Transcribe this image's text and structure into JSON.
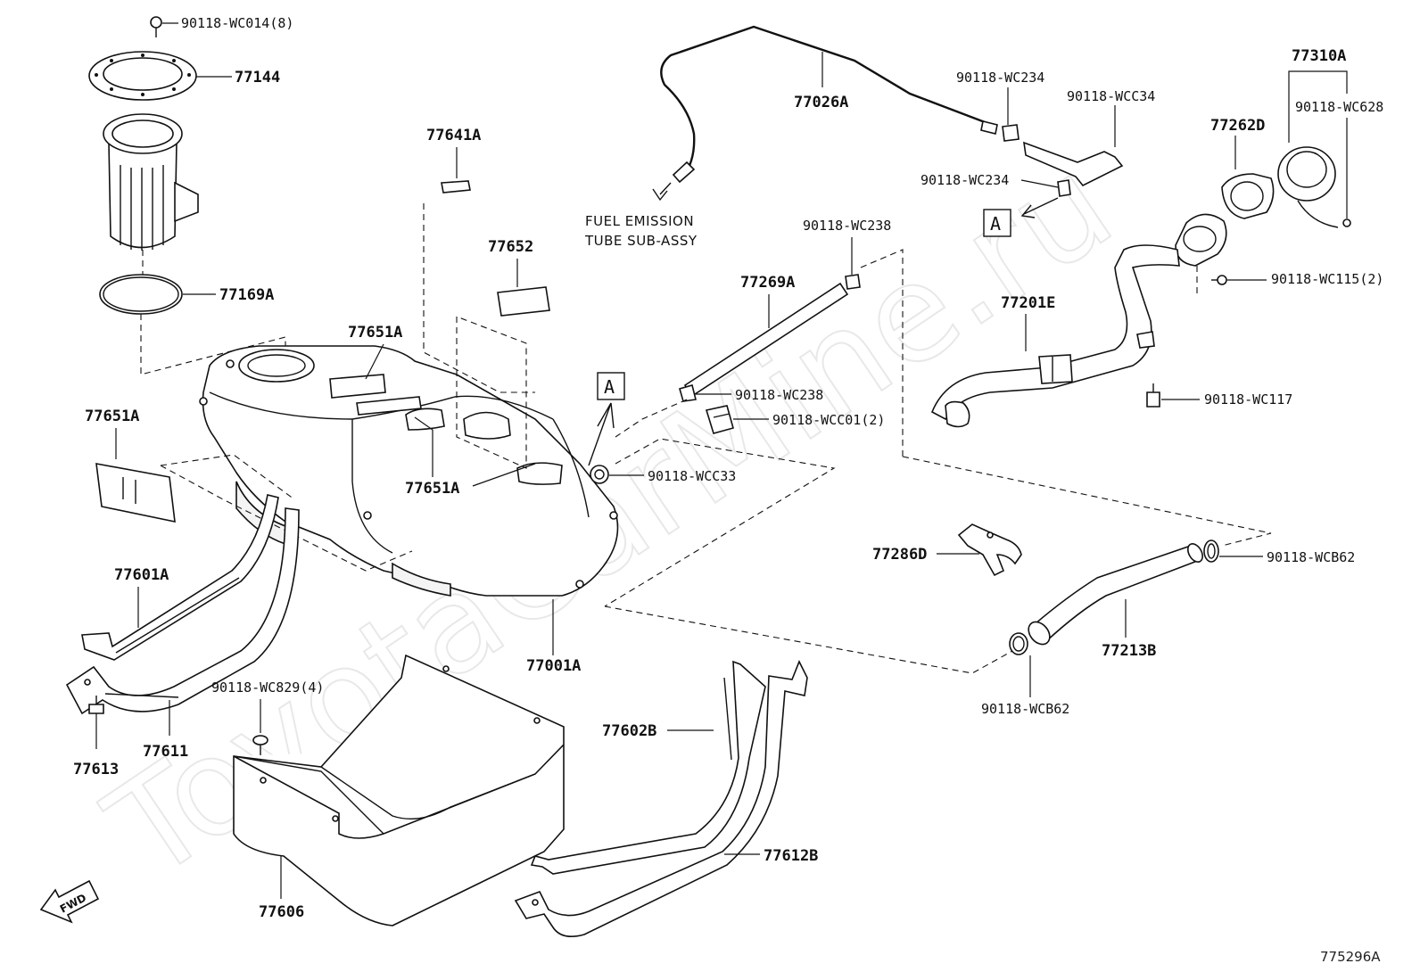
{
  "watermark": "ToyotaCarMine.ru",
  "diagram_ref": "775296A",
  "fwd_label": "FWD",
  "note": {
    "line1": "FUEL EMISSION",
    "line2": "TUBE SUB-ASSY"
  },
  "section_marker": "A",
  "labels": {
    "p_90118_WC014": "90118-WC014(8)",
    "p_77144": "77144",
    "p_77169A": "77169A",
    "p_77641A": "77641A",
    "p_77652": "77652",
    "p_77651A_top": "77651A",
    "p_77651A_left": "77651A",
    "p_77651A_mid": "77651A",
    "p_77601A": "77601A",
    "p_77611": "77611",
    "p_77613": "77613",
    "p_90118_WC829": "90118-WC829(4)",
    "p_77606": "77606",
    "p_77001A": "77001A",
    "p_77026A": "77026A",
    "p_90118_WC234_top": "90118-WC234",
    "p_90118_WCC34": "90118-WCC34",
    "p_90118_WC234_mid": "90118-WC234",
    "p_77310A": "77310A",
    "p_90118_WC628": "90118-WC628",
    "p_77262D": "77262D",
    "p_90118_WC238_top": "90118-WC238",
    "p_77269A": "77269A",
    "p_90118_WC238_bot": "90118-WC238",
    "p_90118_WCC01": "90118-WCC01(2)",
    "p_90118_WCC33": "90118-WCC33",
    "p_77201E": "77201E",
    "p_90118_WC115": "90118-WC115(2)",
    "p_90118_WC117": "90118-WC117",
    "p_77286D": "77286D",
    "p_90118_WCB62_right": "90118-WCB62",
    "p_77213B": "77213B",
    "p_90118_WCB62_bot": "90118-WCB62",
    "p_77602B": "77602B",
    "p_77612B": "77612B"
  }
}
